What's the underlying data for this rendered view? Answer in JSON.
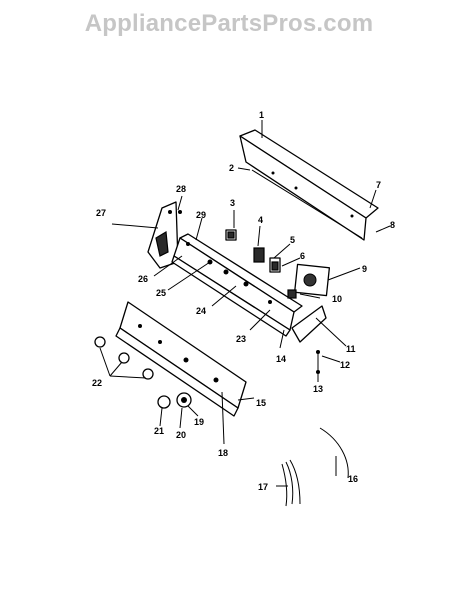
{
  "watermark": "AppliancePartsPros.com",
  "callouts": [
    "1",
    "2",
    "3",
    "4",
    "5",
    "6",
    "7",
    "8",
    "9",
    "10",
    "11",
    "12",
    "13",
    "14",
    "15",
    "16",
    "17",
    "18",
    "19",
    "20",
    "21",
    "22",
    "23",
    "24",
    "25",
    "26",
    "27",
    "28",
    "29"
  ]
}
